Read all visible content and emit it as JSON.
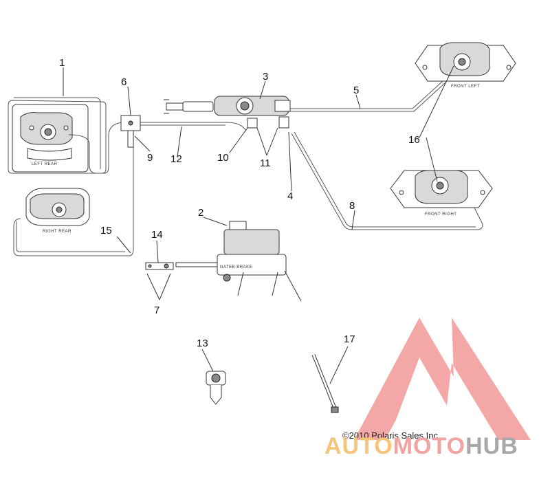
{
  "callouts": [
    "1",
    "2",
    "3",
    "4",
    "5",
    "6",
    "7",
    "8",
    "9",
    "10",
    "11",
    "12",
    "13",
    "14",
    "15",
    "16",
    "17"
  ],
  "caliper_labels": {
    "left_rear": "LEFT REAR",
    "right_rear": "RIGHT REAR",
    "front_left": "FRONT LEFT",
    "front_right": "FRONT RIGHT"
  },
  "master_cylinder_brand": "NATEB BRAKE",
  "copyright": "©2010 Polaris Sales Inc.",
  "watermark": {
    "part1": "AUTO",
    "part2": "MOTO",
    "part3": "HUB",
    "colors": {
      "auto": "#f5c57a",
      "moto": "#f3a3a3",
      "hub": "#a8a8a8",
      "logo": "#f08a8a"
    }
  }
}
